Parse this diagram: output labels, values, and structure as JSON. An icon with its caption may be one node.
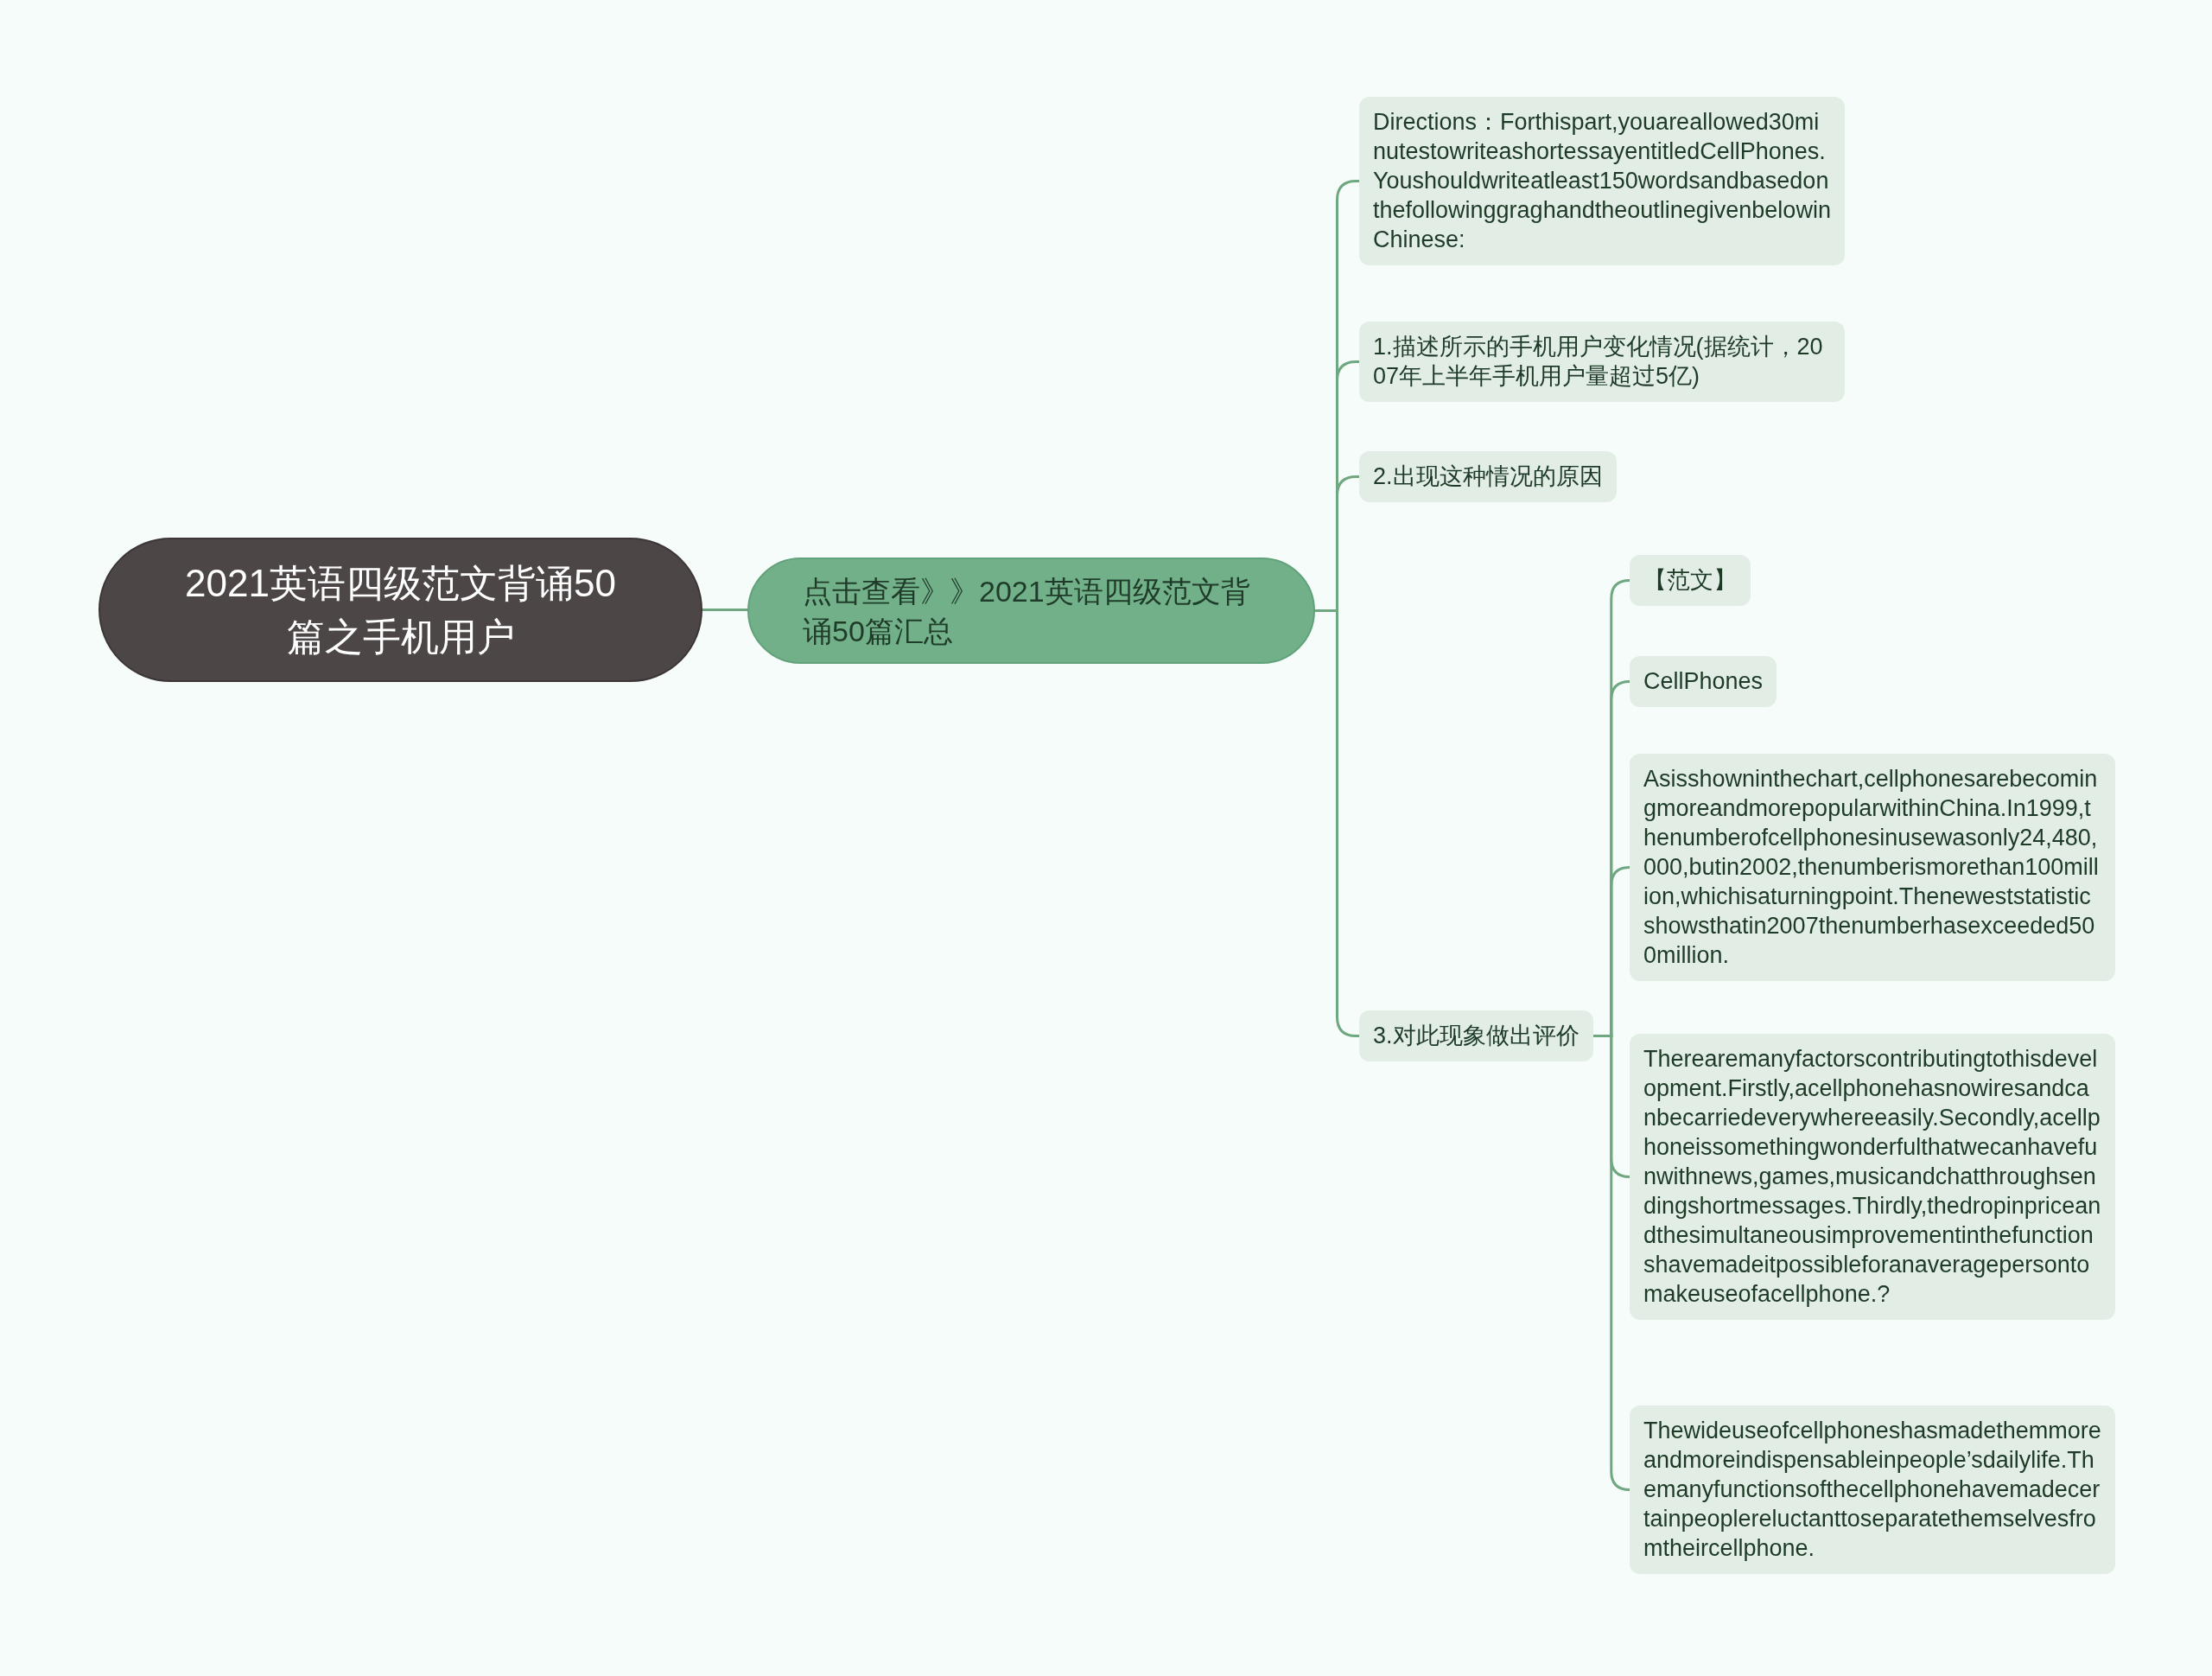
{
  "diagram": {
    "nodes": [
      {
        "text": [
          "2021英语四级范文背诵50篇之手机用户"
        ]
      },
      {
        "text": [
          "点击查看》》2021英语四级范文背诵50篇汇总"
        ]
      },
      {
        "text": [
          "Directions：Forthispart,youareallowed30minutestowriteashortessayentitledCellPhones.Youshouldwriteatleast150wordsandbasedonthefollowinggraghandtheoutlinegivenbelowinChinese:"
        ]
      },
      {
        "text": [
          "1.描述所示的手机用户变化情况(据统计，2007年上半年手机用户量超过5亿)"
        ]
      },
      {
        "text": [
          "2.出现这种情况的原因"
        ]
      },
      {
        "text": [
          "3.对此现象做出评价"
        ]
      },
      {
        "text": [
          "【范文】"
        ]
      },
      {
        "text": [
          "CellPhones"
        ]
      },
      {
        "text": [
          "Asisshowninthechart,cellphonesarebecomingmoreandmorepopularwithinChina.In1999,thenumberofcellphonesinusewasonly24,480,000,butin2002,thenumberismorethan100million,whichisaturningpoint.Theneweststatisticshowsthatin2007thenumberhasexceeded500million."
        ]
      },
      {
        "text": [
          "Therearemanyfactorscontributingtothisdevelopment.Firstly,acellphonehasnowiresandcanbecarriedeverywhereeasily.Secondly,acellphoneissomethingwonderfulthatwecanhavefunwithnews,games,musicandchatthroughsendingshortmessages.Thirdly,thedropinpriceandthesimultaneousimprovementinthefunctionshavemadeitpossibleforanaveragepersontomakeuseofacellphone.?"
        ]
      },
      {
        "text": [
          "Thewideuseofcellphoneshasmadethemmoreandmoreindispensableinpeople’sdailylife.Themanyfunctionsofthecellphonehavemadecertainpeoplereluctanttoseparatethemselvesfromtheircellphone."
        ]
      }
    ],
    "edges": [
      {
        "from": 0,
        "to": 1,
        "arrow": "none"
      },
      {
        "from": 1,
        "to": 2,
        "arrow": "none"
      },
      {
        "from": 1,
        "to": 3,
        "arrow": "none"
      },
      {
        "from": 1,
        "to": 4,
        "arrow": "none"
      },
      {
        "from": 1,
        "to": 5,
        "arrow": "none"
      },
      {
        "from": 5,
        "to": 6,
        "arrow": "none"
      },
      {
        "from": 5,
        "to": 7,
        "arrow": "none"
      },
      {
        "from": 5,
        "to": 8,
        "arrow": "none"
      },
      {
        "from": 5,
        "to": 9,
        "arrow": "none"
      },
      {
        "from": 5,
        "to": 10,
        "arrow": "none"
      }
    ]
  }
}
